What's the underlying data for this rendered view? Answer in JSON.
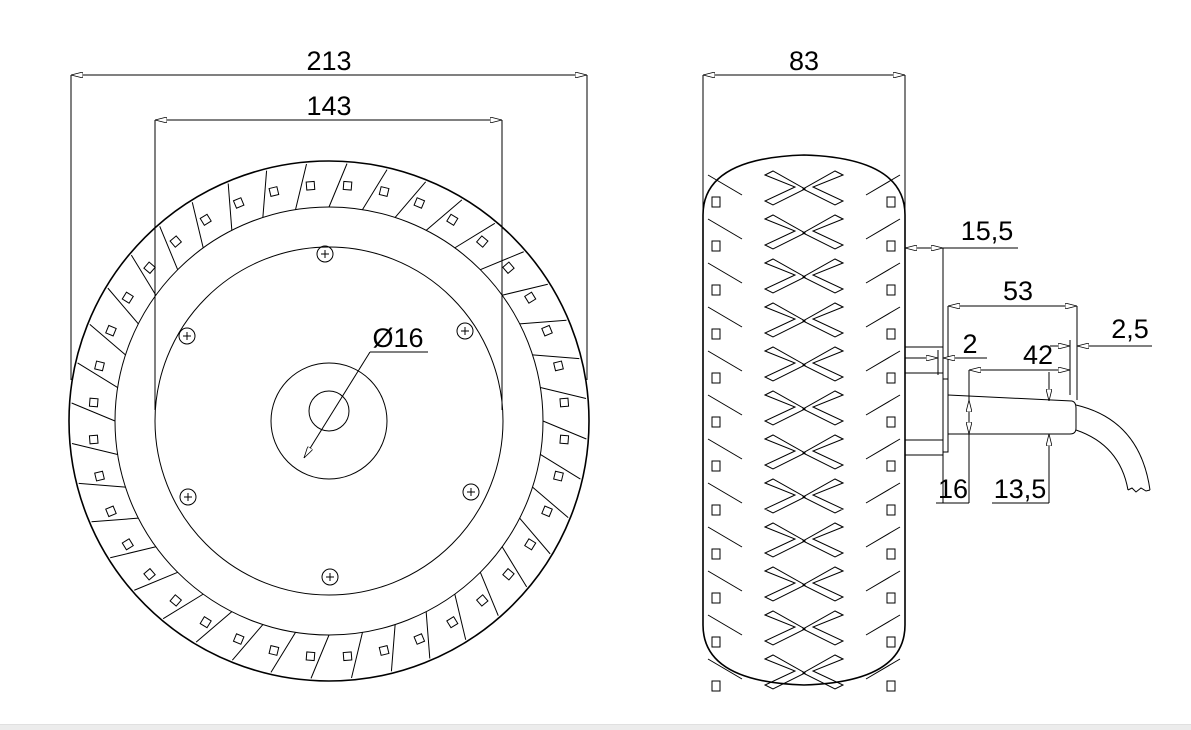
{
  "drawing": {
    "front_view": {
      "overall_diameter": "213",
      "rim_diameter": "143",
      "axle_diameter": "Ø16"
    },
    "side_view": {
      "tire_width": "83",
      "hub_offset": "15,5",
      "shaft_length": "53",
      "flange_thickness": "2",
      "end_offset": "2,5",
      "shaft_exposed_length": "42",
      "shaft_diameter": "16",
      "flat_width": "13,5"
    }
  }
}
